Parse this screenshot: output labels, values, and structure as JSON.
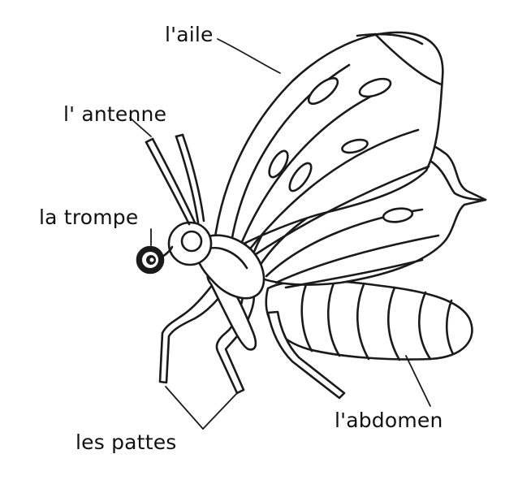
{
  "labels": {
    "wing": "l'aile",
    "antenna": "l' antenne",
    "proboscis": "la trompe",
    "abdomen": "l'abdomen",
    "legs": "les pattes"
  },
  "colors": {
    "ink": "#1a1a1a",
    "fill": "#ffffff"
  }
}
